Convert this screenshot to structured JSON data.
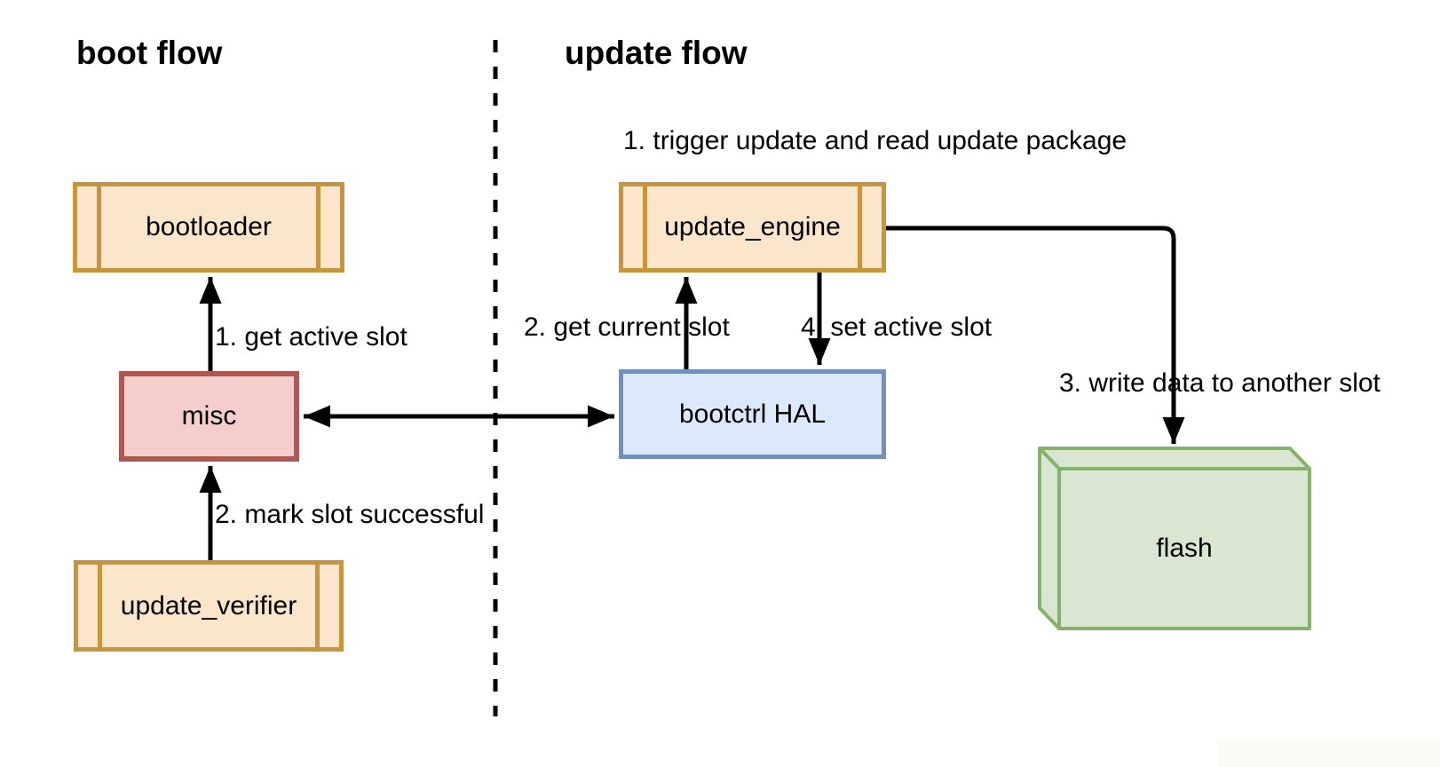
{
  "titles": {
    "boot": "boot flow",
    "update": "update flow"
  },
  "nodes": {
    "bootloader": {
      "label": "bootloader"
    },
    "misc": {
      "label": "misc"
    },
    "update_verifier": {
      "label": "update_verifier"
    },
    "update_engine": {
      "label": "update_engine"
    },
    "bootctrl_hal": {
      "label": "bootctrl HAL"
    },
    "flash": {
      "label": "flash"
    }
  },
  "edge_labels": {
    "get_active_slot": "1. get active slot",
    "mark_slot_successful": "2. mark slot successful",
    "trigger_update": "1. trigger update and read update package",
    "get_current_slot": "2. get current slot",
    "set_active_slot": "4. set active slot",
    "write_data": "3. write data to another slot"
  },
  "colors": {
    "process_fill": "#fbe6cc",
    "process_stroke": "#c6953c",
    "misc_fill": "#f5cecb",
    "misc_stroke": "#b05653",
    "hal_fill": "#dce8fb",
    "hal_stroke": "#7191bd",
    "flash_fill": "#d8e6d2",
    "flash_stroke": "#87b26e",
    "line": "#000000",
    "text": "#000000",
    "background": "#ffffff"
  }
}
